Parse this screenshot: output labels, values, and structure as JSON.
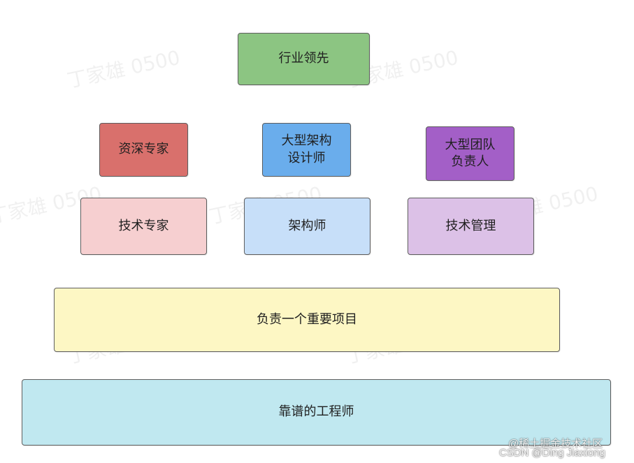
{
  "nodes": {
    "industry_leader": {
      "label": "行业领先",
      "color": "#8cc582"
    },
    "senior_expert": {
      "label": "资深专家",
      "color": "#d9706c"
    },
    "large_architecture_designer": {
      "label": "大型架构\n设计师",
      "color": "#6aadec"
    },
    "large_team_lead": {
      "label": "大型团队\n负责人",
      "color": "#a35fc7"
    },
    "tech_expert": {
      "label": "技术专家",
      "color": "#f6cfd0"
    },
    "architect": {
      "label": "架构师",
      "color": "#c7dff9"
    },
    "tech_management": {
      "label": "技术管理",
      "color": "#dcc1e7"
    },
    "own_important_project": {
      "label": "负责一个重要项目",
      "color": "#fdf7c4"
    },
    "reliable_engineer": {
      "label": "靠谱的工程师",
      "color": "#c0e8f0"
    }
  },
  "watermark": "丁家雄 0500",
  "credits": [
    "@稀土掘金技术社区",
    "CSDN @Ding Jiaxiong"
  ]
}
